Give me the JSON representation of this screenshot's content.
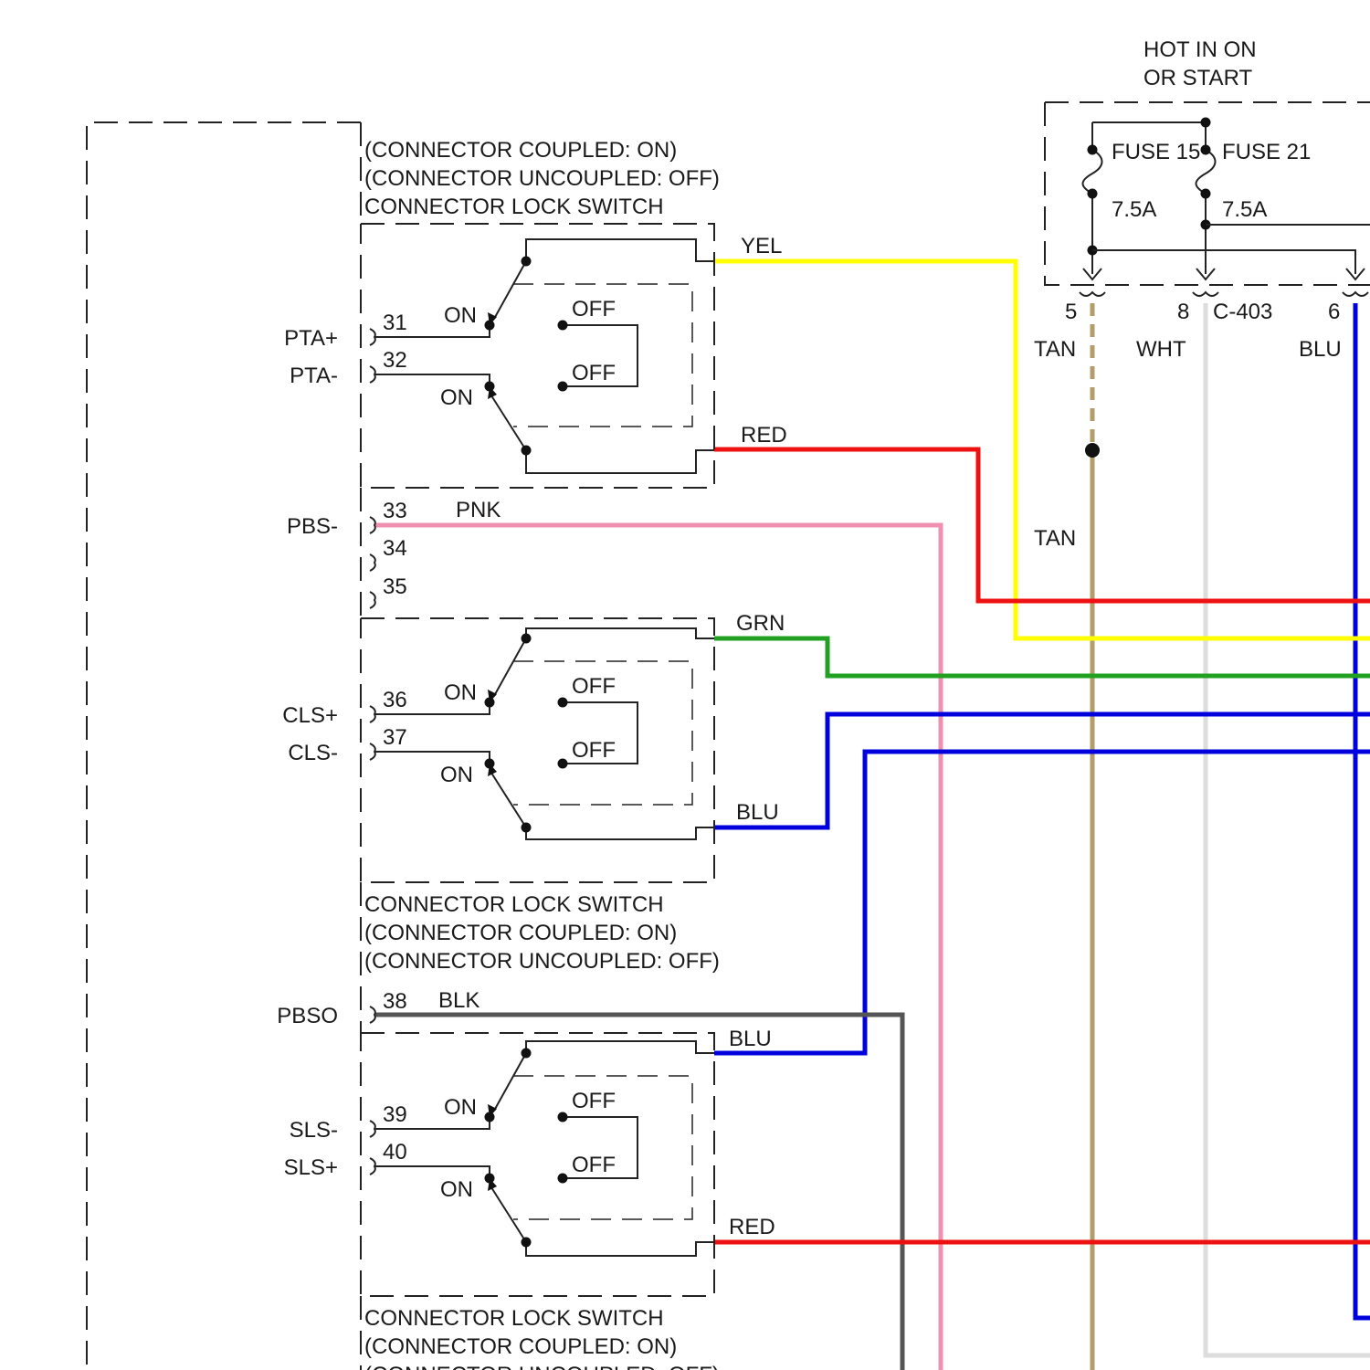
{
  "power_supply": {
    "title_line1": "HOT IN ON",
    "title_line2": "OR START",
    "fuse15_label": "FUSE 15",
    "fuse15_rating": "7.5A",
    "fuse21_label": "FUSE 21",
    "fuse21_rating": "7.5A"
  },
  "connector": {
    "name": "C-403",
    "pin5": "5",
    "pin8": "8",
    "pin6": "6"
  },
  "top_wire_labels": {
    "tan": "TAN",
    "wht": "WHT",
    "blu": "BLU",
    "tan2": "TAN"
  },
  "switch1": {
    "label1": "(CONNECTOR COUPLED: ON)",
    "label2": "(CONNECTOR UNCOUPLED: OFF)",
    "label3": "CONNECTOR LOCK SWITCH",
    "pin_a": "31",
    "pin_b": "32",
    "signal_a": "PTA+",
    "signal_b": "PTA-",
    "on": "ON",
    "off": "OFF",
    "wire_top": "YEL",
    "wire_bottom": "RED"
  },
  "pbs": {
    "signal": "PBS-",
    "pin33": "33",
    "pin34": "34",
    "pin35": "35",
    "wire": "PNK"
  },
  "switch2": {
    "label1": "CONNECTOR LOCK SWITCH",
    "label2": "(CONNECTOR COUPLED: ON)",
    "label3": "(CONNECTOR UNCOUPLED: OFF)",
    "pin_a": "36",
    "pin_b": "37",
    "signal_a": "CLS+",
    "signal_b": "CLS-",
    "on": "ON",
    "off": "OFF",
    "wire_top": "GRN",
    "wire_bottom": "BLU"
  },
  "pbso": {
    "signal": "PBSO",
    "pin": "38",
    "wire": "BLK"
  },
  "switch3": {
    "label1": "CONNECTOR LOCK SWITCH",
    "label2": "(CONNECTOR COUPLED: ON)",
    "label3": "(CONNECTOR UNCOUPLED: OFF)",
    "pin_a": "39",
    "pin_b": "40",
    "signal_a": "SLS-",
    "signal_b": "SLS+",
    "on": "ON",
    "off": "OFF",
    "wire_top": "BLU",
    "wire_bottom": "RED"
  },
  "colors": {
    "yel": "#ffff00",
    "red": "#ee1111",
    "pnk": "#f090b0",
    "grn": "#22a022",
    "blu": "#0000dd",
    "blk": "#555555",
    "tan": "#b59d6b",
    "wht": "#dddddd"
  }
}
